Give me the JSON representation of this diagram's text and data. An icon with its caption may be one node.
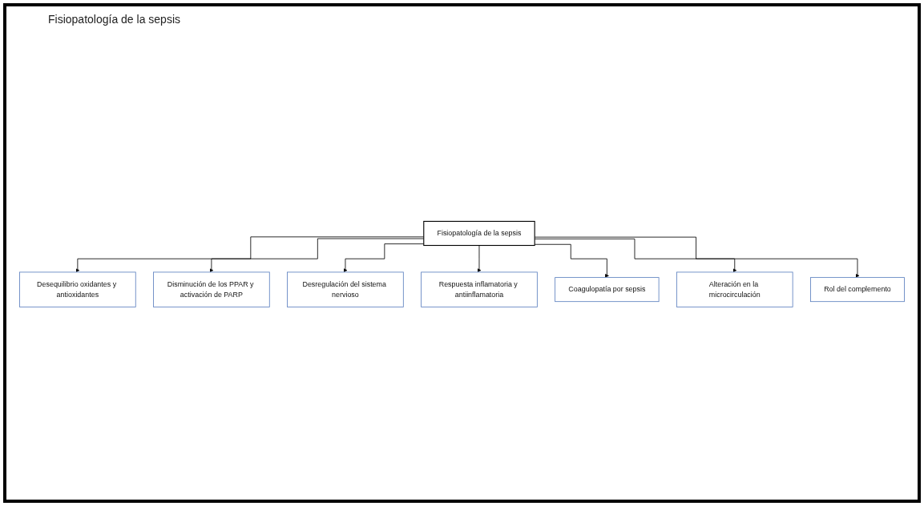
{
  "diagram": {
    "title": "Fisiopatología de la sepsis",
    "nodes": [
      {
        "text": [
          "Desequilibrio oxidantes y antioxidantes"
        ]
      },
      {
        "text": [
          "Disminución de los PPAR y activación de PARP"
        ]
      },
      {
        "text": [
          "Desregulación del sistema nervioso"
        ]
      },
      {
        "text": [
          "Respuesta inflamatoria y antiinflamatoria"
        ]
      },
      {
        "text": [
          "Fisiopatología de la sepsis"
        ]
      },
      {
        "text": [
          "Coagulopatía por sepsis"
        ]
      },
      {
        "text": [
          "Alteración en la microcirculación"
        ]
      },
      {
        "text": [
          "Rol del complemento"
        ]
      }
    ],
    "edges": [
      {
        "from": 4,
        "to": 0,
        "arrow": "to"
      },
      {
        "from": 4,
        "to": 1,
        "arrow": "to"
      },
      {
        "from": 4,
        "to": 2,
        "arrow": "to"
      },
      {
        "from": 4,
        "to": 3,
        "arrow": "to"
      },
      {
        "from": 4,
        "to": 5,
        "arrow": "to"
      },
      {
        "from": 4,
        "to": 6,
        "arrow": "to"
      },
      {
        "from": 4,
        "to": 7,
        "arrow": "to"
      }
    ]
  }
}
